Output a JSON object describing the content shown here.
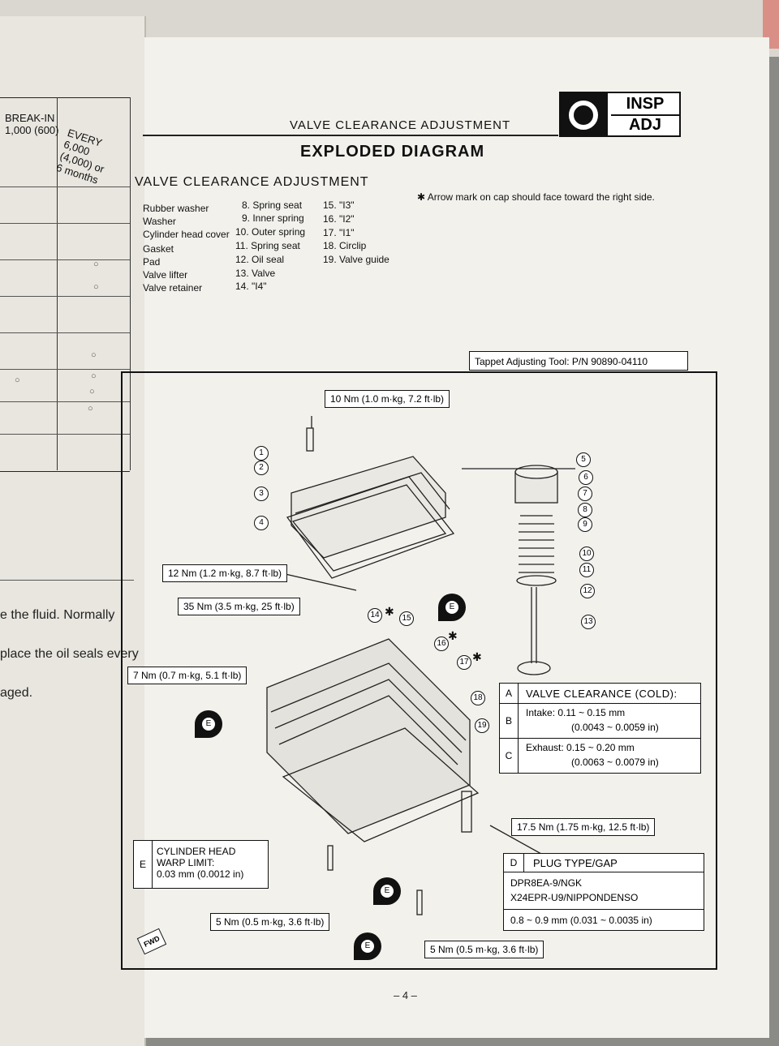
{
  "left_page": {
    "col1_header": "BREAK-IN\n1,000 (600)",
    "col2_header": "EVERY\n6,000\n(4,000) or\n6 months",
    "circle_mark": "○",
    "fragments": [
      "e the fluid.  Normally",
      "place the oil seals every",
      "aged."
    ]
  },
  "header": {
    "section_title": "VALVE CLEARANCE ADJUSTMENT",
    "badge_line1": "INSP",
    "badge_line2": "ADJ"
  },
  "page": {
    "title": "EXPLODED DIAGRAM",
    "subtitle": "VALVE CLEARANCE ADJUSTMENT",
    "note": "✱ Arrow mark on cap should face toward the right side.",
    "page_number": "– 4 –"
  },
  "parts": {
    "col1": [
      "Rubber washer",
      "Washer",
      "Cylinder head cover",
      "Gasket",
      "Pad",
      "Valve lifter",
      "Valve retainer"
    ],
    "col2": [
      "8. Spring seat",
      "9. Inner spring",
      "10. Outer spring",
      "11. Spring seat",
      "12. Oil seal",
      "13. Valve",
      "14. \"I4\""
    ],
    "col3": [
      "15. \"I3\"",
      "16. \"I2\"",
      "17. \"I1\"",
      "18. Circlip",
      "19. Valve guide"
    ]
  },
  "tool": "Tappet Adjusting Tool:  P/N 90890-04110",
  "torques": {
    "t1": "10 Nm (1.0 m·kg, 7.2 ft·lb)",
    "t2": "12 Nm (1.2 m·kg, 8.7 ft·lb)",
    "t3": "35 Nm (3.5 m·kg, 25 ft·lb)",
    "t4": "7 Nm (0.7 m·kg, 5.1 ft·lb)",
    "t5": "17.5 Nm (1.75 m·kg, 12.5 ft·lb)",
    "t6": "5 Nm (0.5 m·kg, 3.6 ft·lb)",
    "t7": "5 Nm (0.5 m·kg, 3.6 ft·lb)"
  },
  "clearance": {
    "a_key": "A",
    "a_label": "VALVE CLEARANCE (COLD):",
    "b_key": "B",
    "b_label": "Intake:  0.11 ~ 0.15 mm",
    "b_sub": "(0.0043 ~ 0.0059 in)",
    "c_key": "C",
    "c_label": "Exhaust:  0.15 ~ 0.20 mm",
    "c_sub": "(0.0063 ~ 0.0079 in)"
  },
  "warp": {
    "key": "E",
    "line1": "CYLINDER HEAD",
    "line2": "WARP LIMIT:",
    "line3": "0.03 mm (0.0012 in)"
  },
  "plug": {
    "key": "D",
    "label": "PLUG TYPE/GAP",
    "type1": "DPR8EA-9/NGK",
    "type2": "X24EPR-U9/NIPPONDENSO",
    "gap": "0.8 ~ 0.9 mm (0.031 ~ 0.0035 in)"
  },
  "callouts": [
    "1",
    "2",
    "3",
    "4",
    "5",
    "6",
    "7",
    "8",
    "9",
    "10",
    "11",
    "12",
    "13",
    "14",
    "15",
    "16",
    "17",
    "18",
    "19"
  ],
  "e_label": "E",
  "fwd_label": "FWD",
  "asterisk": "✱"
}
